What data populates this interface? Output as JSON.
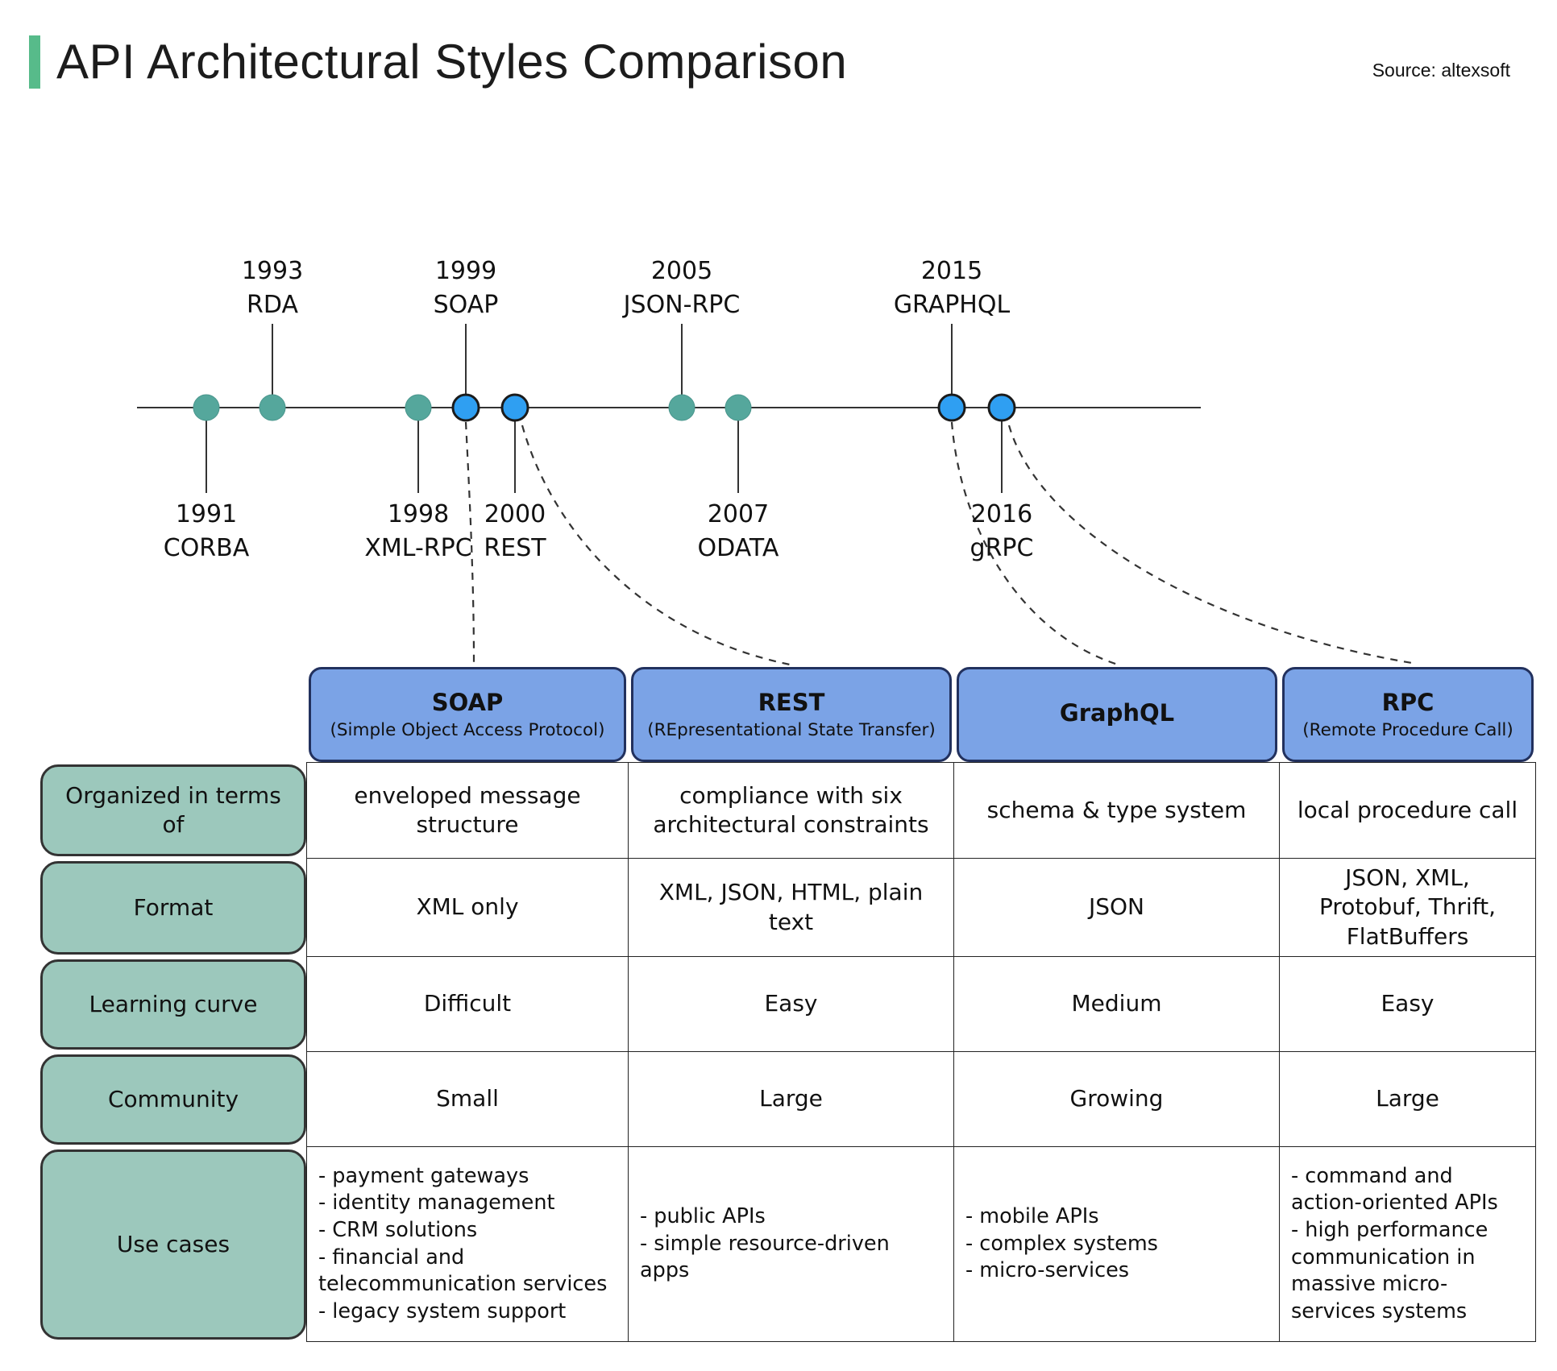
{
  "header": {
    "title": "API Architectural Styles Comparison",
    "source": "Source: altexsoft"
  },
  "colors": {
    "accent_green": "#57bb8a",
    "teal_dot": "#55a79c",
    "teal_box": "#9cc8bc",
    "blue_dot": "#2f9ff2",
    "blue_header": "#7ba3e6"
  },
  "timeline": {
    "events": [
      {
        "year": "1991",
        "name": "CORBA",
        "side": "below",
        "dot_color": "teal"
      },
      {
        "year": "1993",
        "name": "RDA",
        "side": "above",
        "dot_color": "teal"
      },
      {
        "year": "1998",
        "name": "XML-RPC",
        "side": "below",
        "dot_color": "teal"
      },
      {
        "year": "1999",
        "name": "SOAP",
        "side": "above",
        "dot_color": "blue"
      },
      {
        "year": "2000",
        "name": "REST",
        "side": "below",
        "dot_color": "blue"
      },
      {
        "year": "2005",
        "name": "JSON-RPC",
        "side": "above",
        "dot_color": "teal"
      },
      {
        "year": "2007",
        "name": "ODATA",
        "side": "below",
        "dot_color": "teal"
      },
      {
        "year": "2015",
        "name": "GRAPHQL",
        "side": "above",
        "dot_color": "blue"
      },
      {
        "year": "2016",
        "name": "gRPC",
        "side": "below",
        "dot_color": "blue"
      }
    ]
  },
  "table": {
    "columns": [
      {
        "title": "SOAP",
        "subtitle": "(Simple Object Access Protocol)"
      },
      {
        "title": "REST",
        "subtitle": "(REpresentational State Transfer)"
      },
      {
        "title": "GraphQL",
        "subtitle": ""
      },
      {
        "title": "RPC",
        "subtitle": "(Remote Procedure Call)"
      }
    ],
    "rows": [
      {
        "label": "Organized in terms of",
        "cells": [
          "enveloped message structure",
          "compliance with six architectural constraints",
          "schema & type system",
          "local procedure call"
        ]
      },
      {
        "label": "Format",
        "cells": [
          "XML only",
          "XML, JSON, HTML, plain text",
          "JSON",
          "JSON, XML, Protobuf, Thrift, FlatBuffers"
        ]
      },
      {
        "label": "Learning curve",
        "cells": [
          "Difficult",
          "Easy",
          "Medium",
          "Easy"
        ]
      },
      {
        "label": "Community",
        "cells": [
          "Small",
          "Large",
          "Growing",
          "Large"
        ]
      },
      {
        "label": "Use cases",
        "cells": [
          "- payment gateways\n- identity management\n- CRM solutions\n- financial and telecommunication services\n- legacy system support",
          "- public APIs\n- simple resource-driven apps",
          "- mobile APIs\n- complex systems\n- micro-services",
          "- command and action-oriented APIs\n- high performance communication in massive micro-services systems"
        ]
      }
    ]
  }
}
